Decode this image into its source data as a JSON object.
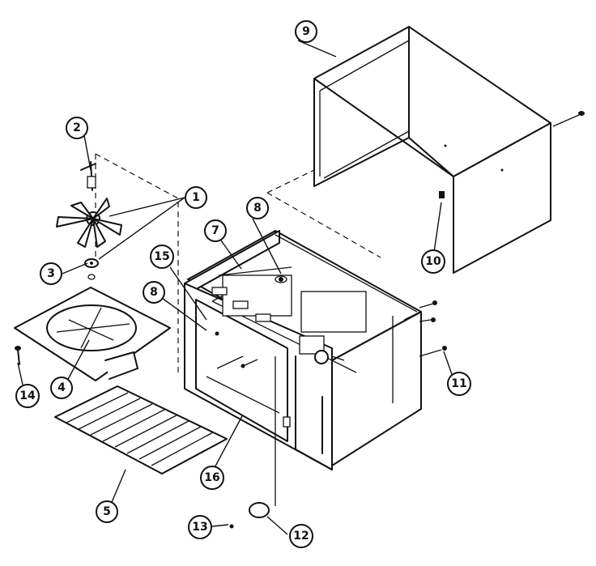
{
  "callouts": [
    {
      "id": "c1",
      "label": "1"
    },
    {
      "id": "c2",
      "label": "2"
    },
    {
      "id": "c3",
      "label": "3"
    },
    {
      "id": "c4",
      "label": "4"
    },
    {
      "id": "c5",
      "label": "5"
    },
    {
      "id": "c8a",
      "label": "8"
    },
    {
      "id": "c8b",
      "label": "8"
    },
    {
      "id": "c7",
      "label": "7"
    },
    {
      "id": "c9",
      "label": "9"
    },
    {
      "id": "c10",
      "label": "10"
    },
    {
      "id": "c11",
      "label": "11"
    },
    {
      "id": "c12",
      "label": "12"
    },
    {
      "id": "c13",
      "label": "13"
    },
    {
      "id": "c14",
      "label": "14"
    },
    {
      "id": "c15",
      "label": "15"
    },
    {
      "id": "c16",
      "label": "16"
    }
  ]
}
